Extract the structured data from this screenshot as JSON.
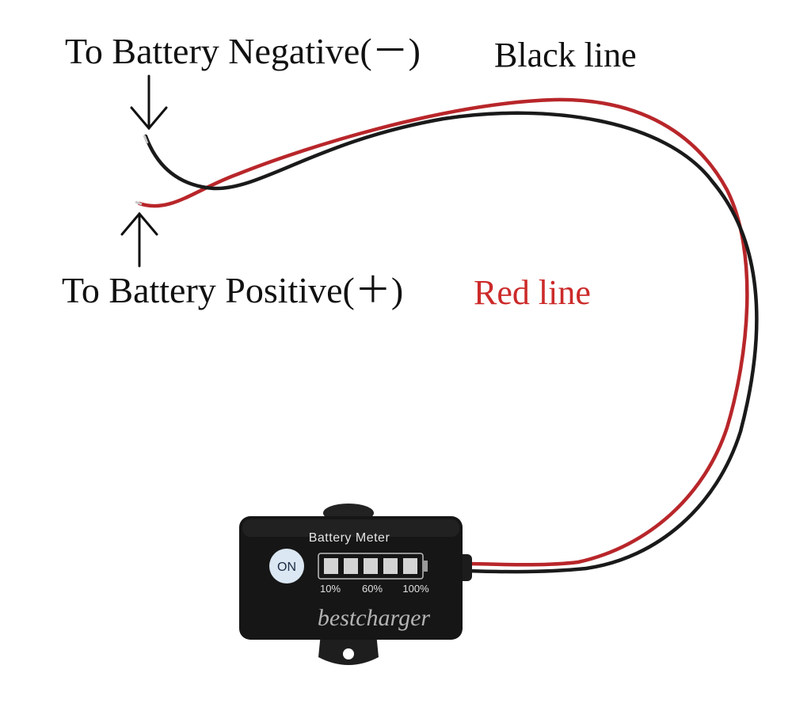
{
  "annotations": {
    "negative_label": "To Battery Negative(－)",
    "black_line_label": "Black line",
    "positive_label": "To Battery Positive(＋)",
    "red_line_label": "Red line"
  },
  "device": {
    "title": "Battery Meter",
    "on_button": "ON",
    "scale_low": "10%",
    "scale_mid": "60%",
    "scale_high": "100%",
    "segments": 5,
    "watermark": "bestcharger"
  },
  "colors": {
    "black_wire": "#1a1a1a",
    "red_wire": "#b8262a",
    "red_text": "#cc2a2a",
    "device_body": "#161616",
    "on_button": "#dbe7f2"
  }
}
